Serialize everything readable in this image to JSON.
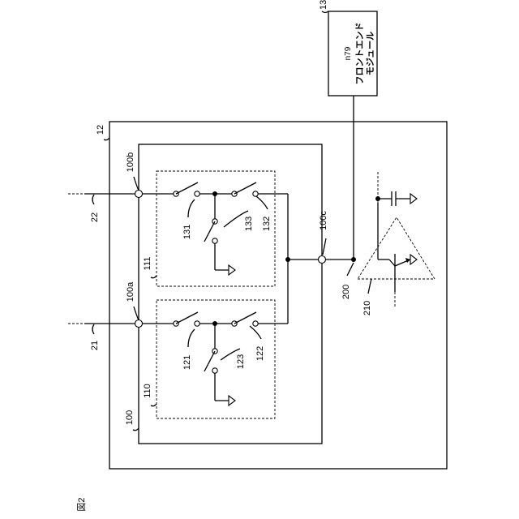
{
  "figure": {
    "label": "図2"
  },
  "labels": {
    "module_12": "12",
    "module_13": "13",
    "fem_band": "n79",
    "fem_line1": "フロントエンド",
    "fem_line2": "モジュール",
    "block_100": "100",
    "block_110": "110",
    "block_111": "111",
    "term_100a": "100a",
    "term_100b": "100b",
    "term_100c": "100c",
    "line_21": "21",
    "line_22": "22",
    "line_200": "200",
    "amp_210": "210",
    "sw_121": "121",
    "sw_122": "122",
    "sw_123": "123",
    "sw_131": "131",
    "sw_132": "132",
    "sw_133": "133"
  }
}
